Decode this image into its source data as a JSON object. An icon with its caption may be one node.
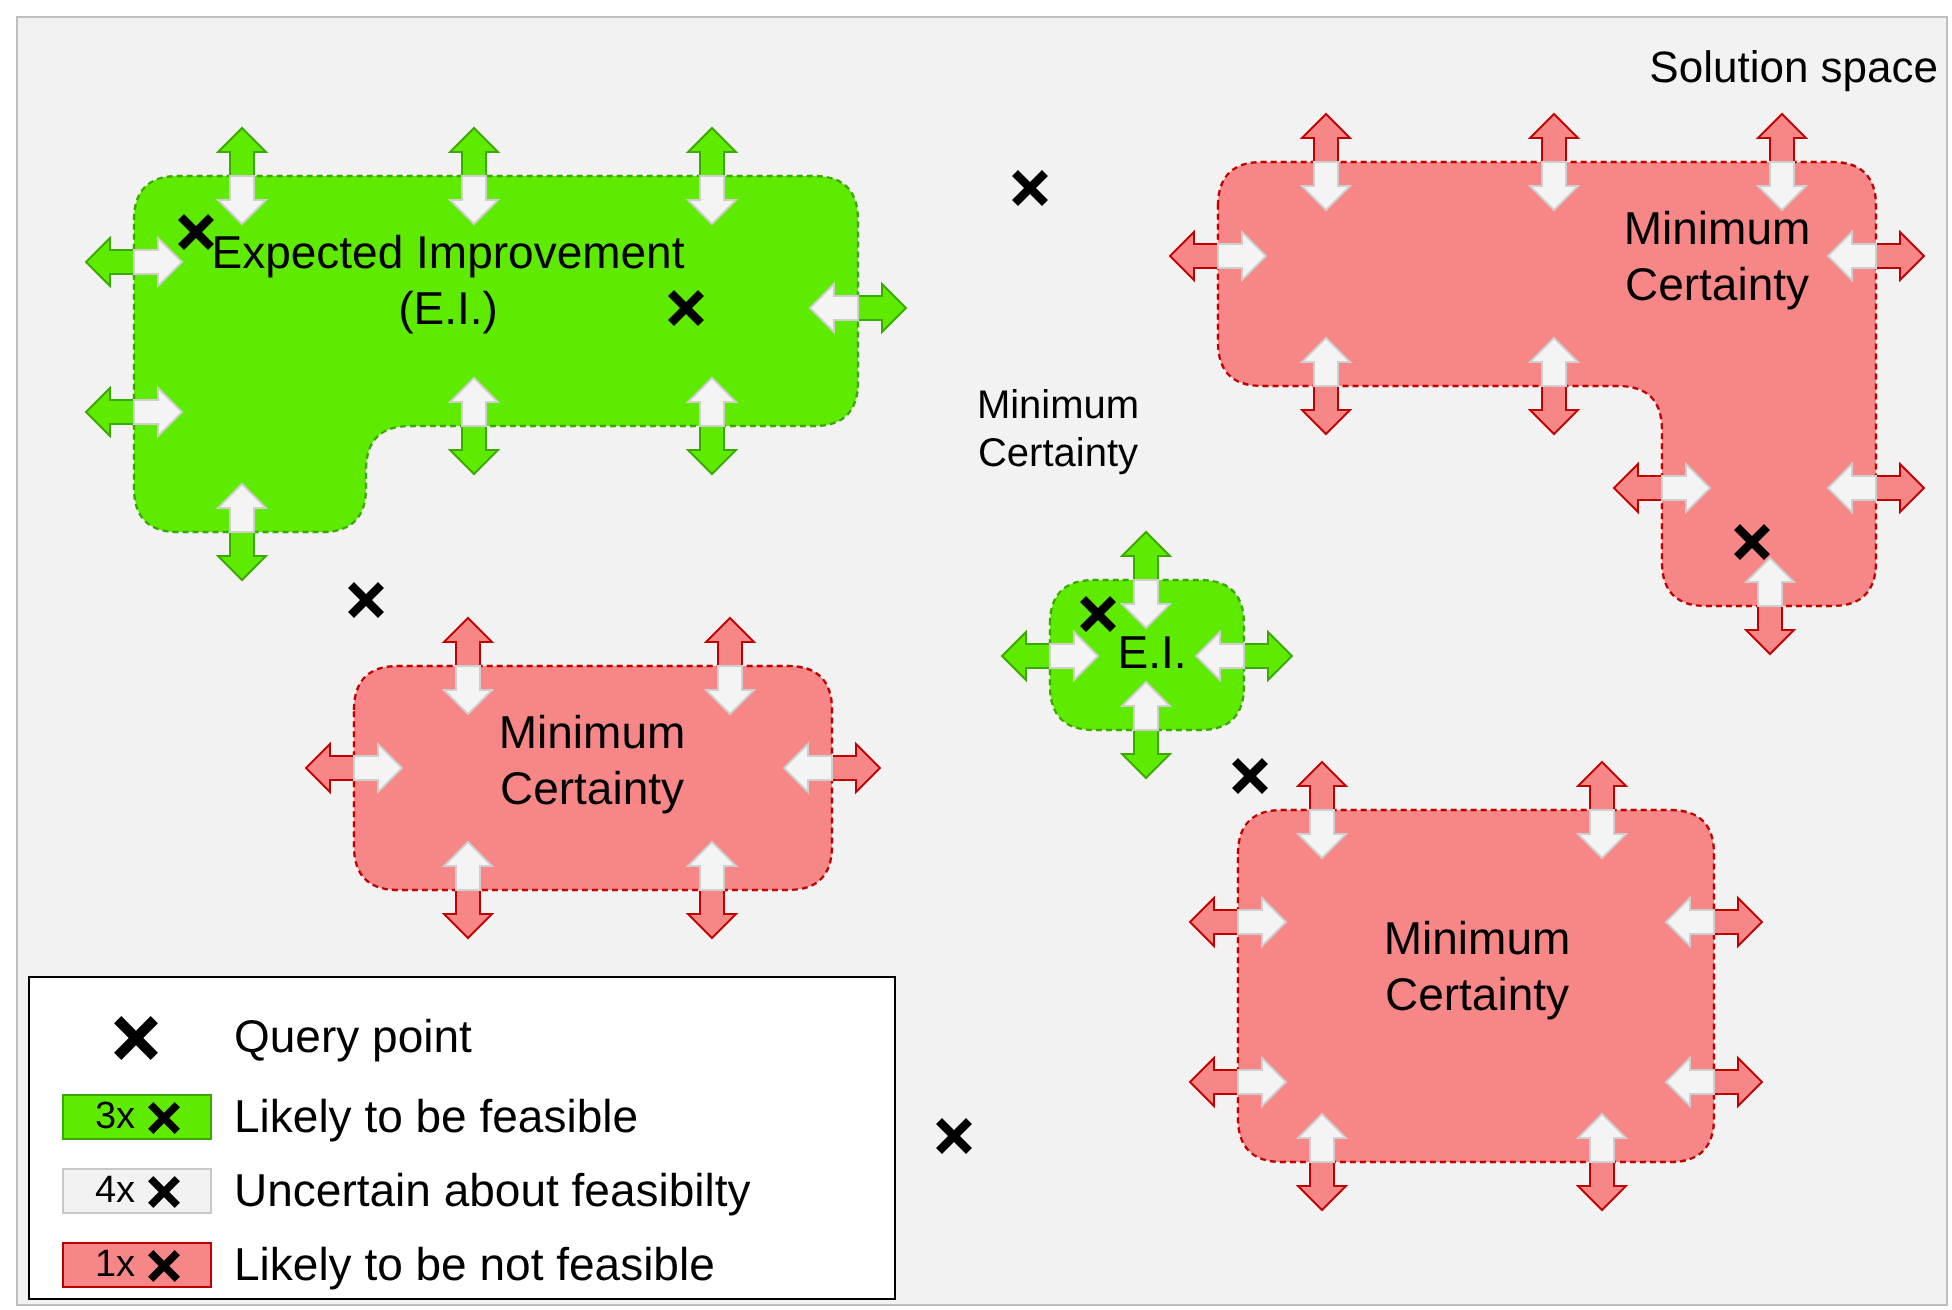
{
  "diagram": {
    "title": "Solution space",
    "nodes": [
      {
        "text": [
          "Expected Improvement (E.I.)"
        ]
      },
      {
        "text": [
          "Minimum Certainty"
        ]
      },
      {
        "text": [
          "Minimum Certainty"
        ]
      },
      {
        "text": [
          "E.I."
        ]
      },
      {
        "text": [
          "Minimum Certainty"
        ]
      }
    ],
    "labels": [
      "Minimum Certainty",
      "3x",
      "4x",
      "1x"
    ],
    "legend": [
      {
        "text": "Query point"
      },
      {
        "text": "Likely to be feasible",
        "color": "#5eeb00"
      },
      {
        "text": "Uncertain about feasibilty",
        "color": "#f2f2f2"
      },
      {
        "text": "Likely to be not feasible",
        "color": "#f78787"
      }
    ]
  }
}
